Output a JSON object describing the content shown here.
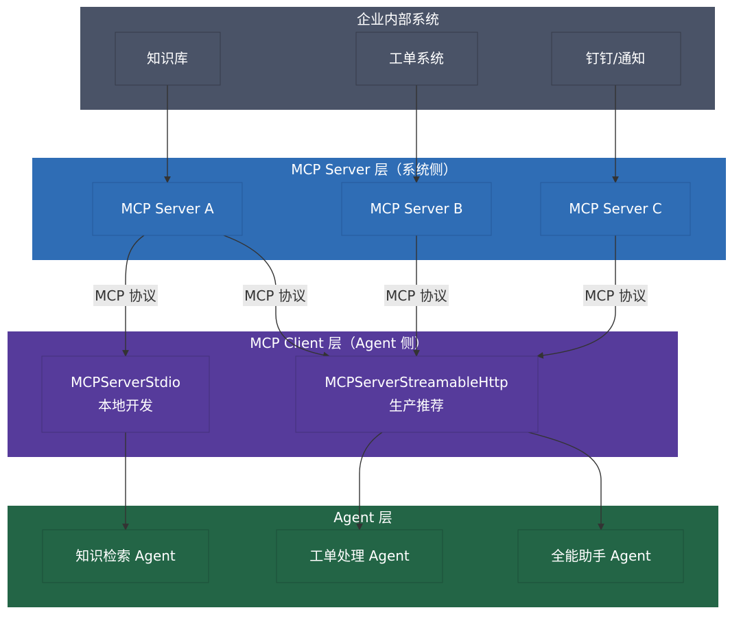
{
  "diagram": {
    "groups": {
      "enterprise": {
        "title": "企业内部系统",
        "color": "#4a5367"
      },
      "server": {
        "title": "MCP Server 层（系统侧）",
        "color": "#2f6db5"
      },
      "client": {
        "title": "MCP Client 层（Agent 侧）",
        "color": "#563b9b"
      },
      "agent": {
        "title": "Agent 层",
        "color": "#236546"
      }
    },
    "nodes": {
      "kb": {
        "label": "知识库"
      },
      "ticket": {
        "label": "工单系统"
      },
      "dingtalk": {
        "label": "钉钉/通知"
      },
      "server_a": {
        "label": "MCP Server A"
      },
      "server_b": {
        "label": "MCP Server B"
      },
      "server_c": {
        "label": "MCP Server C"
      },
      "stdio": {
        "line1": "MCPServerStdio",
        "line2": "本地开发"
      },
      "http": {
        "line1": "MCPServerStreamableHttp",
        "line2": "生产推荐"
      },
      "agent_kb": {
        "label": "知识检索 Agent"
      },
      "agent_ticket": {
        "label": "工单处理 Agent"
      },
      "agent_all": {
        "label": "全能助手 Agent"
      }
    },
    "edge_labels": {
      "a_stdio": "MCP 协议",
      "a_http": "MCP 协议",
      "b_http": "MCP 协议",
      "c_http": "MCP 协议"
    }
  }
}
